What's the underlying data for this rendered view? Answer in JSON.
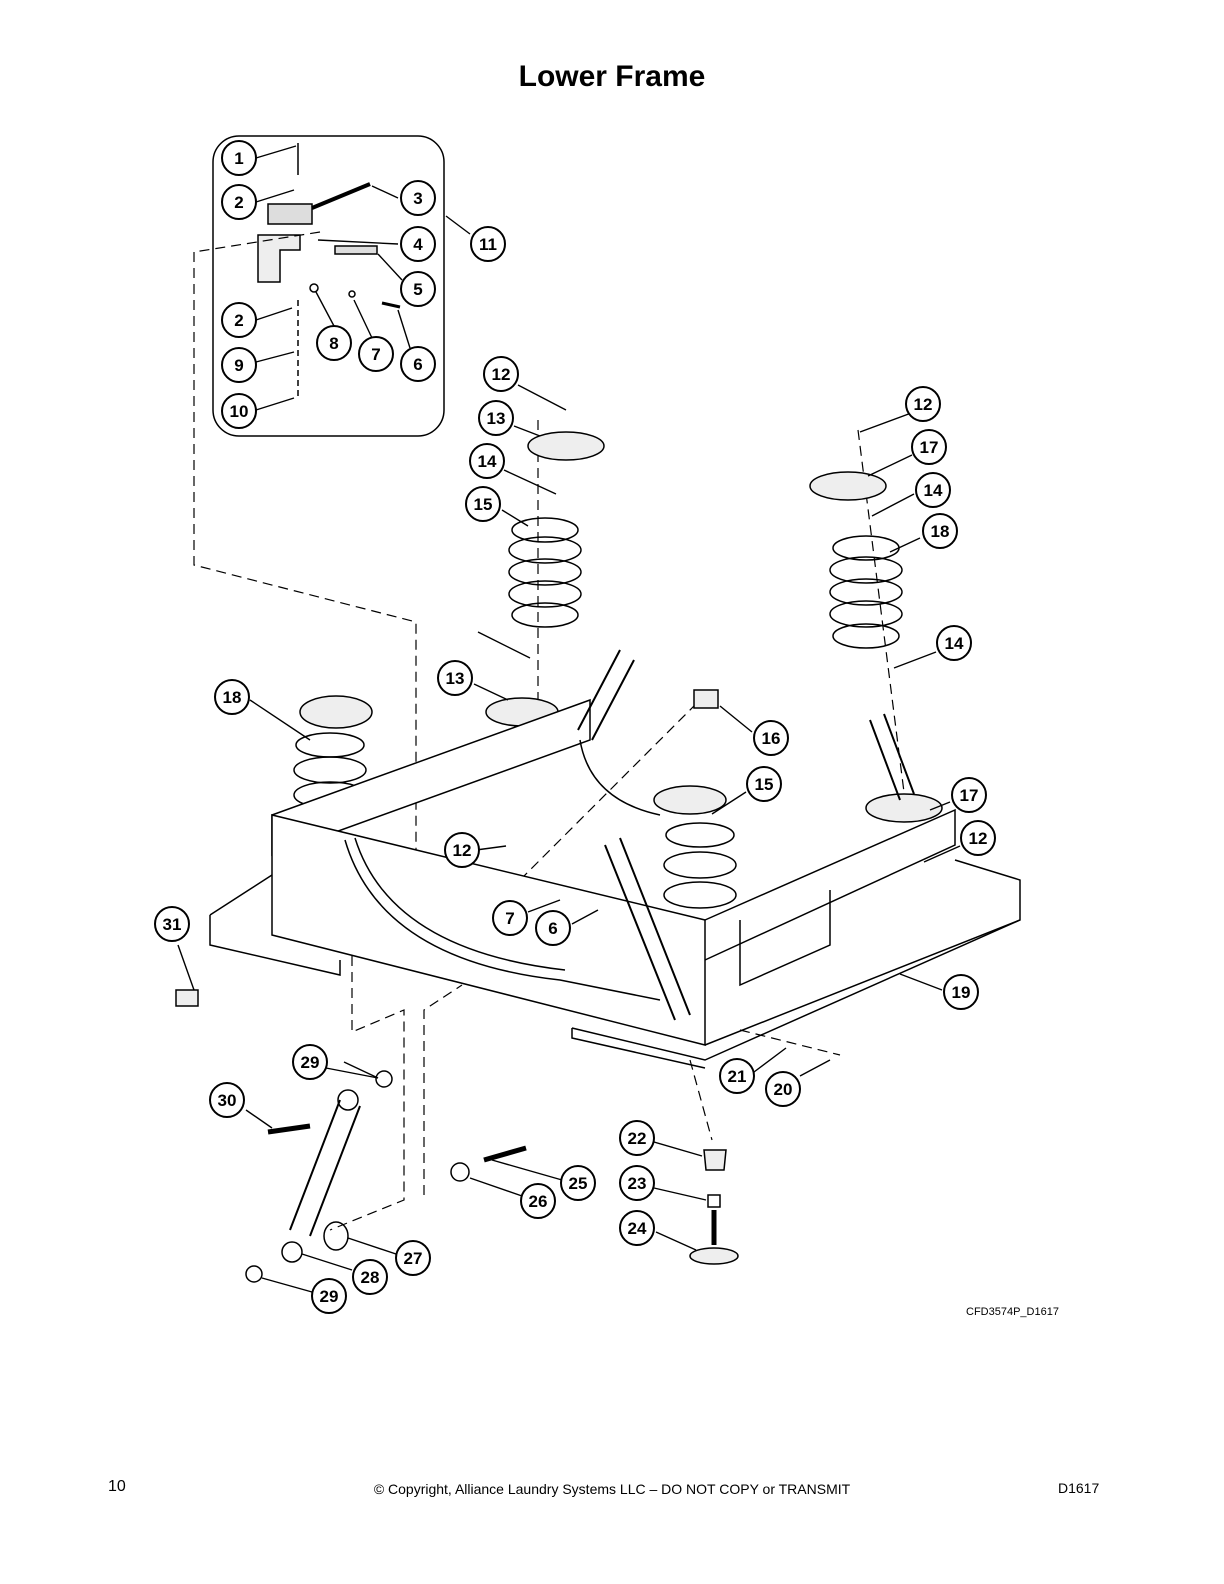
{
  "title": "Lower Frame",
  "drawing_id": "CFD3574P_D1617",
  "footer": {
    "page_number": "10",
    "copyright": "© Copyright, Alliance Laundry Systems LLC – DO NOT COPY or TRANSMIT",
    "doc_code": "D1617"
  },
  "callouts": [
    "1",
    "2",
    "3",
    "4",
    "5",
    "2",
    "8",
    "7",
    "6",
    "9",
    "10",
    "11",
    "12",
    "13",
    "14",
    "15",
    "12",
    "17",
    "14",
    "18",
    "14",
    "13",
    "18",
    "16",
    "15",
    "17",
    "12",
    "12",
    "7",
    "6",
    "31",
    "19",
    "29",
    "30",
    "21",
    "20",
    "22",
    "23",
    "25",
    "26",
    "24",
    "27",
    "28",
    "29"
  ]
}
